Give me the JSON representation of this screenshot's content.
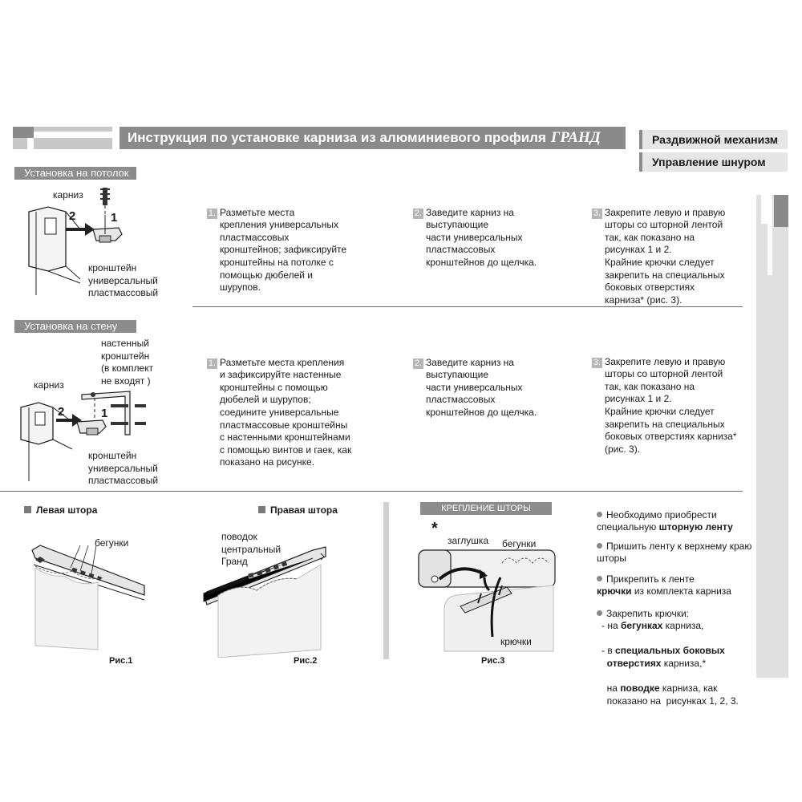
{
  "header": {
    "title": "Инструкция по установке карниза из алюминиевого профиля",
    "brand": "ГРАНД",
    "tags": [
      "Раздвижной механизм",
      "Управление шнуром"
    ]
  },
  "ceiling": {
    "label": "Установка на потолок",
    "fig_labels": {
      "karniz": "карниз",
      "bracket": "кронштейн\nуниверсальный\nпластмассовый",
      "arrow2": "2",
      "arrow1": "1"
    },
    "steps": [
      {
        "num": "1.",
        "text": "Разметьте места\nкрепления универсальных\nпластмассовых\nкронштейнов; зафиксируйте\nкронштейны на потолке с\nпомощью дюбелей и\nшурупов."
      },
      {
        "num": "2.",
        "text": "Заведите карниз на\nвыступающие\nчасти универсальных\nпластмассовых\nкронштейнов до щелчка."
      },
      {
        "num": "3.",
        "text": "Закрепите левую и правую\nшторы со шторной лентой\nтак, как показано на\nрисунках 1 и 2.\nКрайние крючки следует\nзакрепить на специальных\nбоковых отверстиях\nкарниза* (рис. 3)."
      }
    ]
  },
  "wall": {
    "label": "Установка на стену",
    "fig_labels": {
      "wall_bracket": "настенный\nкронштейн\n(в комплект\nне входят )",
      "karniz": "карниз",
      "bracket": "кронштейн\nуниверсальный\nпластмассовый",
      "arrow2": "2",
      "arrow1": "1"
    },
    "steps": [
      {
        "num": "1.",
        "text": "Разметьте места крепления\nи зафиксируйте настенные\nкронштейны с помощью\nдюбелей и шурупов;\nсоедините универсальные\nпластмассовые кронштейны\nс настенными кронштейнами\nс помощью винтов и гаек, как\nпоказано на рисунке."
      },
      {
        "num": "2.",
        "text": "Заведите карниз на\nвыступающие\nчасти универсальных\nпластмассовых\nкронштейнов до щелчка."
      },
      {
        "num": "3.",
        "text": "Закрепите левую и правую\nшторы со шторной лентой\nтак, как показано на\nрисунках 1 и 2.\nКрайние крючки следует\nзакрепить на специальных\nбоковых отверстиях карниза*\n(рис. 3)."
      }
    ]
  },
  "figures": {
    "fig1": {
      "title": "Левая штора",
      "label_runners": "бегунки",
      "caption": "Рис.1"
    },
    "fig2": {
      "title": "Правая штора",
      "label_lead": "поводок\nцентральный\nГранд",
      "caption": "Рис.2"
    },
    "fig3": {
      "title": "КРЕПЛЕНИЕ ШТОРЫ",
      "asterisk": "*",
      "label_cap": "заглушка",
      "label_runners": "бегунки",
      "label_hooks": "крючки",
      "caption": "Рис.3"
    }
  },
  "notes": {
    "b1_pre": "Необходимо приобрести\nспециальную ",
    "b1_bold": "шторную ленту",
    "b2": "Пришить ленту к верхнему краю\nшторы",
    "b3_pre": "Прикрепить к ленте\n",
    "b3_bold": "крючки",
    "b3_post": " из комплекта карниза",
    "b4_head": "Закрепить крючки:",
    "b4_l1_pre": "- на ",
    "b4_l1_bold": "бегунках",
    "b4_l1_post": " карниза,",
    "b4_l2_pre": "- в ",
    "b4_l2_bold": "специальных боковых\n  отверстиях",
    "b4_l2_post": " карниза,*",
    "b4_l3_pre": "  на ",
    "b4_l3_bold": "поводке",
    "b4_l3_post": " карниза, как\n  показано на  рисунках 1, 2, 3."
  }
}
